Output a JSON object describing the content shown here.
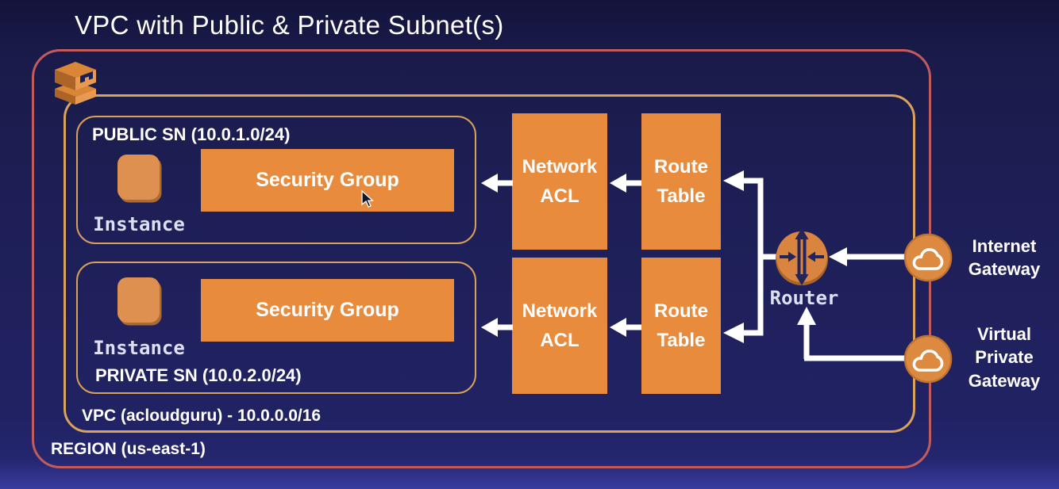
{
  "title": "VPC with Public & Private Subnet(s)",
  "region": {
    "label": "REGION (us-east-1)"
  },
  "vpc": {
    "label": "VPC (acloudguru) - 10.0.0.0/16"
  },
  "subnets": {
    "public": {
      "label": "PUBLIC SN (10.0.1.0/24)",
      "instance": "Instance",
      "security_group": "Security Group"
    },
    "private": {
      "label": "PRIVATE SN (10.0.2.0/24)",
      "instance": "Instance",
      "security_group": "Security Group"
    }
  },
  "nodes": {
    "network_acl_public": "Network ACL",
    "route_table_public": "Route Table",
    "network_acl_private": "Network ACL",
    "route_table_private": "Route Table",
    "router": "Router",
    "internet_gateway": "Internet Gateway",
    "virtual_private_gateway": "Virtual Private Gateway"
  },
  "colors": {
    "background_navy": "#1e1f57",
    "region_border": "#c15b5e",
    "vpc_border": "#d9a35a",
    "node_orange": "#e88b3d",
    "icon_orange": "#dd8a41",
    "text": "#ffffff"
  }
}
